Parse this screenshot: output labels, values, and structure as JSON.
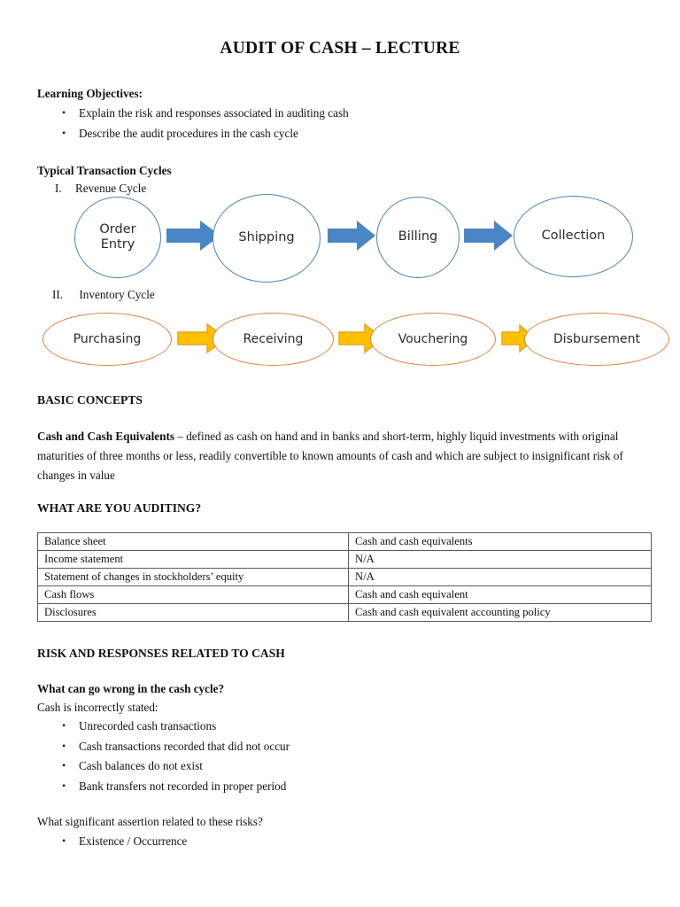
{
  "document": {
    "title": "AUDIT OF CASH – LECTURE"
  },
  "learning_objectives": {
    "heading": "Learning Objectives:",
    "items": [
      "Explain the risk and responses associated in auditing cash",
      "Describe the audit procedures in the cash cycle"
    ]
  },
  "transaction_cycles": {
    "heading": "Typical Transaction Cycles",
    "cycles": [
      {
        "numeral": "I.",
        "label": "Revenue Cycle"
      },
      {
        "numeral": "II.",
        "label": "Inventory Cycle"
      }
    ]
  },
  "revenue_cycle_diagram": {
    "type": "flow",
    "outline_color": "#4d84b4",
    "arrow_color": "#4a86c5",
    "nodes": [
      "Order Entry",
      "Shipping",
      "Billing",
      "Collection"
    ],
    "node_lines": [
      [
        "Order",
        "Entry"
      ],
      [
        "Shipping"
      ],
      [
        "Billing"
      ],
      [
        "Collection"
      ]
    ]
  },
  "inventory_cycle_diagram": {
    "type": "flow",
    "outline_color": "#e2803c",
    "arrow_color": "#ffc000",
    "arrow_outline_color": "#e8a317",
    "nodes": [
      "Purchasing",
      "Receiving",
      "Vouchering",
      "Disbursement"
    ],
    "node_lines": [
      [
        "Purchasing"
      ],
      [
        "Receiving"
      ],
      [
        "Vouchering"
      ],
      [
        "Disbursement"
      ]
    ]
  },
  "basic_concepts": {
    "heading": "BASIC CONCEPTS",
    "term": "Cash and Cash Equivalents",
    "definition": " – defined as cash on hand and in banks and short-term, highly liquid investments with original maturities of three months or less, readily convertible to known amounts of cash and which are subject to insignificant risk of changes in value"
  },
  "auditing_section": {
    "heading": "WHAT ARE YOU AUDITING?",
    "table": {
      "rows": [
        {
          "statement": "Balance sheet",
          "account": "Cash and cash equivalents"
        },
        {
          "statement": "Income statement",
          "account": "N/A"
        },
        {
          "statement": "Statement of changes in stockholders’ equity",
          "account": "N/A"
        },
        {
          "statement": "Cash flows",
          "account": "Cash and cash equivalent"
        },
        {
          "statement": "Disclosures",
          "account": "Cash and cash  equivalent accounting policy"
        }
      ]
    }
  },
  "risk_section": {
    "heading": "RISK AND RESPONSES RELATED TO CASH",
    "question_1": "What can go wrong in the cash cycle?",
    "lead_in_1": "Cash is incorrectly stated:",
    "risks": [
      "Unrecorded cash transactions",
      "Cash transactions recorded that did not occur",
      "Cash balances do not exist",
      "Bank transfers not recorded in proper period"
    ],
    "question_2": "What significant assertion related to these risks?",
    "assertions": [
      "Existence / Occurrence"
    ]
  }
}
